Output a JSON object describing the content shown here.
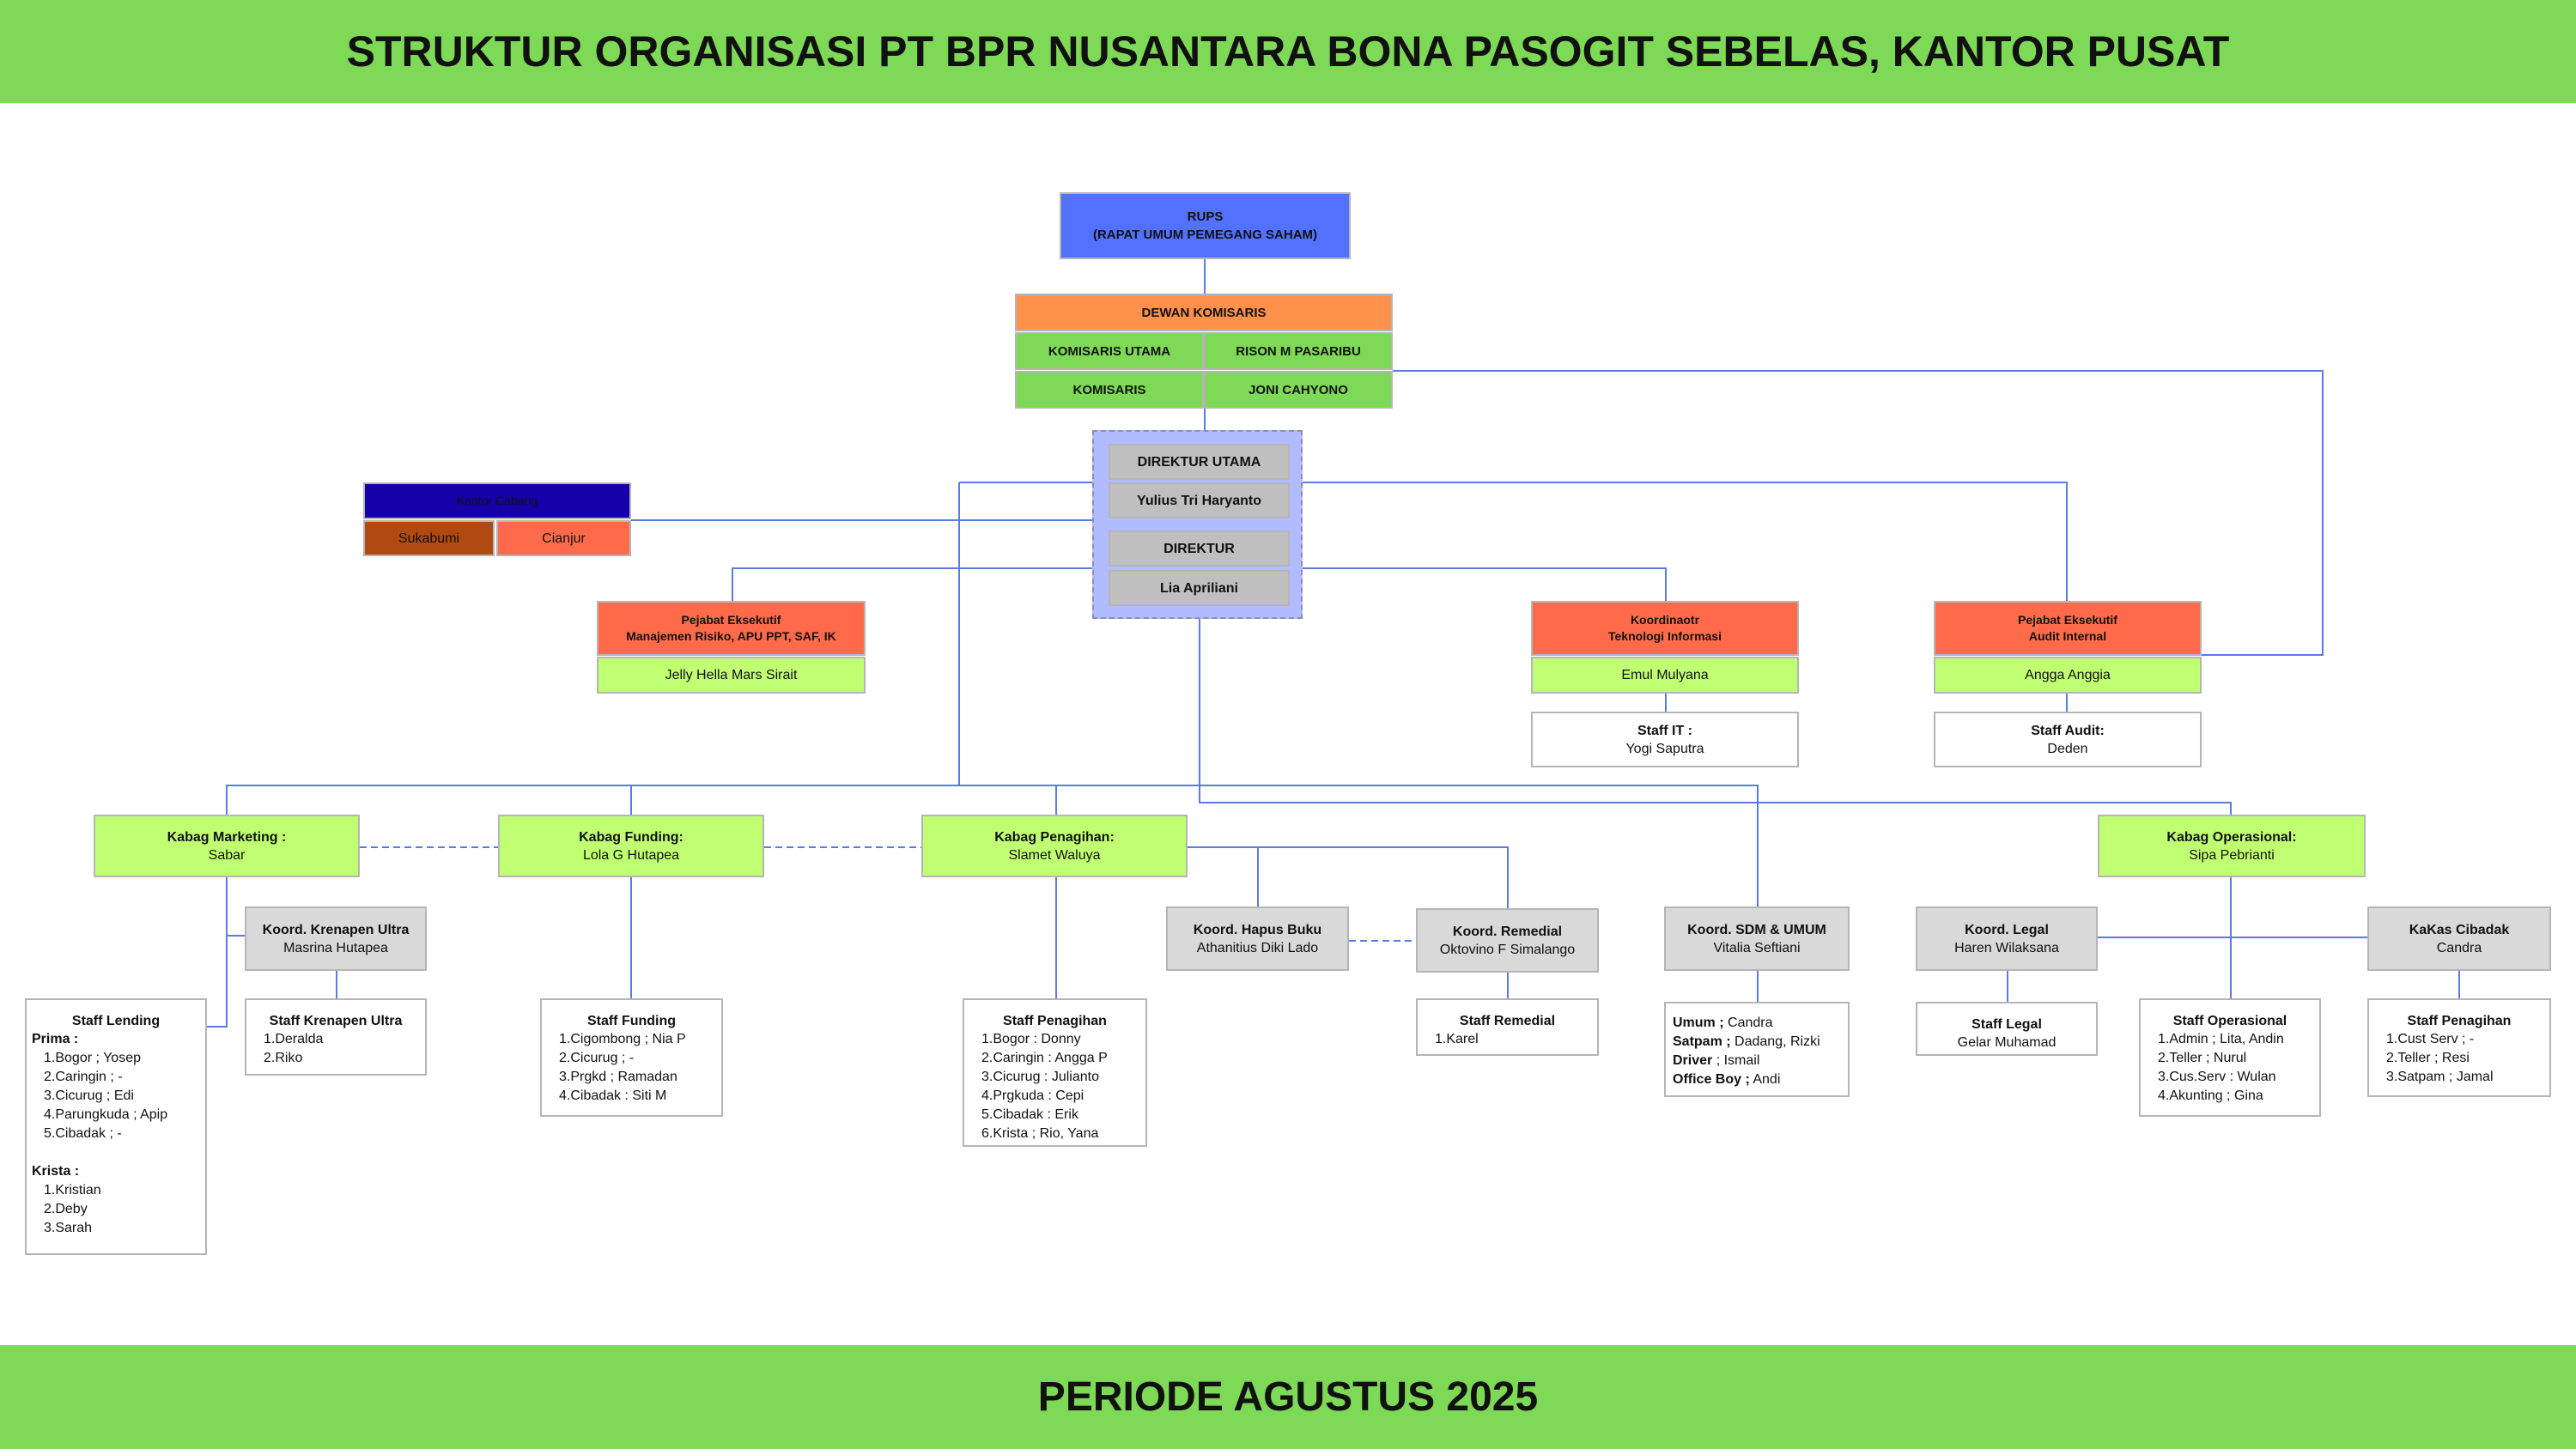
{
  "header": {
    "title": "STRUKTUR ORGANISASI PT BPR NUSANTARA BONA PASOGIT SEBELAS, KANTOR PUSAT"
  },
  "footer": {
    "period": "PERIODE AGUSTUS 2025"
  },
  "colors": {
    "band": "#7ED957",
    "rups": "#5271FF",
    "dewan": "#FF914D",
    "kabag": "#C1FF72",
    "pejabat": "#FF6B4A",
    "koord": "#D9D9D9",
    "lines": "#5B7BE0"
  },
  "rups": {
    "line1": "RUPS",
    "line2": "(RAPAT UMUM PEMEGANG SAHAM)"
  },
  "dewan": {
    "title": "DEWAN KOMISARIS",
    "r1_role": "KOMISARIS UTAMA",
    "r1_name": "RISON M PASARIBU",
    "r2_role": "KOMISARIS",
    "r2_name": "JONI CAHYONO"
  },
  "direksi": {
    "dirut_title": "DIREKTUR UTAMA",
    "dirut_name": "Yulius Tri Haryanto",
    "dir_title": "DIREKTUR",
    "dir_name": "Lia Apriliani"
  },
  "cabang": {
    "title": "Kantor Cabang",
    "b1": "Sukabumi",
    "b2": "Cianjur"
  },
  "mr": {
    "t1": "Pejabat Eksekutif",
    "t2": "Manajemen Risiko, APU PPT, SAF, IK",
    "name": "Jelly Hella Mars Sirait"
  },
  "ti": {
    "t1": "Koordinaotr",
    "t2": "Teknologi Informasi",
    "name": "Emul Mulyana",
    "staff_title": "Staff IT :",
    "staff_name": "Yogi Saputra"
  },
  "audit": {
    "t1": "Pejabat Eksekutif",
    "t2": "Audit Internal",
    "name": "Angga Anggia",
    "staff_title": "Staff Audit:",
    "staff_name": "Deden"
  },
  "kabag": {
    "marketing": {
      "title": "Kabag Marketing :",
      "name": "Sabar"
    },
    "funding": {
      "title": "Kabag Funding:",
      "name": "Lola G Hutapea"
    },
    "penagihan": {
      "title": "Kabag Penagihan:",
      "name": "Slamet Waluya"
    },
    "operasional": {
      "title": "Kabag Operasional:",
      "name": "Sipa Pebrianti"
    }
  },
  "koord": {
    "krenapen": {
      "title": "Koord. Krenapen Ultra",
      "name": "Masrina Hutapea"
    },
    "hapus": {
      "title": "Koord. Hapus Buku",
      "name": "Athanitius Diki Lado"
    },
    "remedial": {
      "title": "Koord. Remedial",
      "name": "Oktovino F Simalango"
    },
    "sdm": {
      "title": "Koord. SDM & UMUM",
      "name": "Vitalia Seftiani"
    },
    "legal": {
      "title": "Koord. Legal",
      "name": "Haren Wilaksana"
    },
    "kakas": {
      "title": "KaKas Cibadak",
      "name": "Candra"
    }
  },
  "staff": {
    "lending": {
      "title": "Staff Lending",
      "prima_label": "Prima :",
      "prima": [
        "1.Bogor ; Yosep",
        "2.Caringin ; -",
        "3.Cicurug ; Edi",
        "4.Parungkuda ; Apip",
        "5.Cibadak ; -"
      ],
      "krista_label": "Krista :",
      "krista": [
        "1.Kristian",
        "2.Deby",
        "3.Sarah"
      ]
    },
    "krenapen": {
      "title": "Staff Krenapen Ultra",
      "items": [
        "1.Deralda",
        "2.Riko"
      ]
    },
    "funding": {
      "title": "Staff Funding",
      "items": [
        "1.Cigombong ; Nia P",
        "2.Cicurug ; -",
        "3.Prgkd ; Ramadan",
        "4.Cibadak : Siti M"
      ]
    },
    "penagihan": {
      "title": "Staff Penagihan",
      "items": [
        "1.Bogor : Donny",
        "2.Caringin : Angga P",
        "3.Cicurug : Julianto",
        "4.Prgkuda : Cepi",
        "5.Cibadak : Erik",
        "6.Krista ; Rio, Yana"
      ]
    },
    "remedial": {
      "title": "Staff Remedial",
      "items": [
        "1.Karel"
      ]
    },
    "sdm": {
      "items": [
        {
          "label": "Umum ;",
          "value": " Candra"
        },
        {
          "label": "Satpam ;",
          "value": " Dadang, Rizki"
        },
        {
          "label": "Driver",
          "value": " ; Ismail"
        },
        {
          "label": "Office Boy ;",
          "value": " Andi"
        }
      ]
    },
    "legal": {
      "title": "Staff Legal",
      "name": "Gelar Muhamad"
    },
    "operasional": {
      "title": "Staff Operasional",
      "items": [
        "1.Admin ; Lita, Andin",
        "2.Teller ; Nurul",
        "3.Cus.Serv : Wulan",
        "4.Akunting ; Gina"
      ]
    },
    "kakas": {
      "title": "Staff Penagihan",
      "items": [
        "1.Cust Serv ; -",
        "2.Teller ; Resi",
        "3.Satpam ; Jamal"
      ]
    }
  }
}
